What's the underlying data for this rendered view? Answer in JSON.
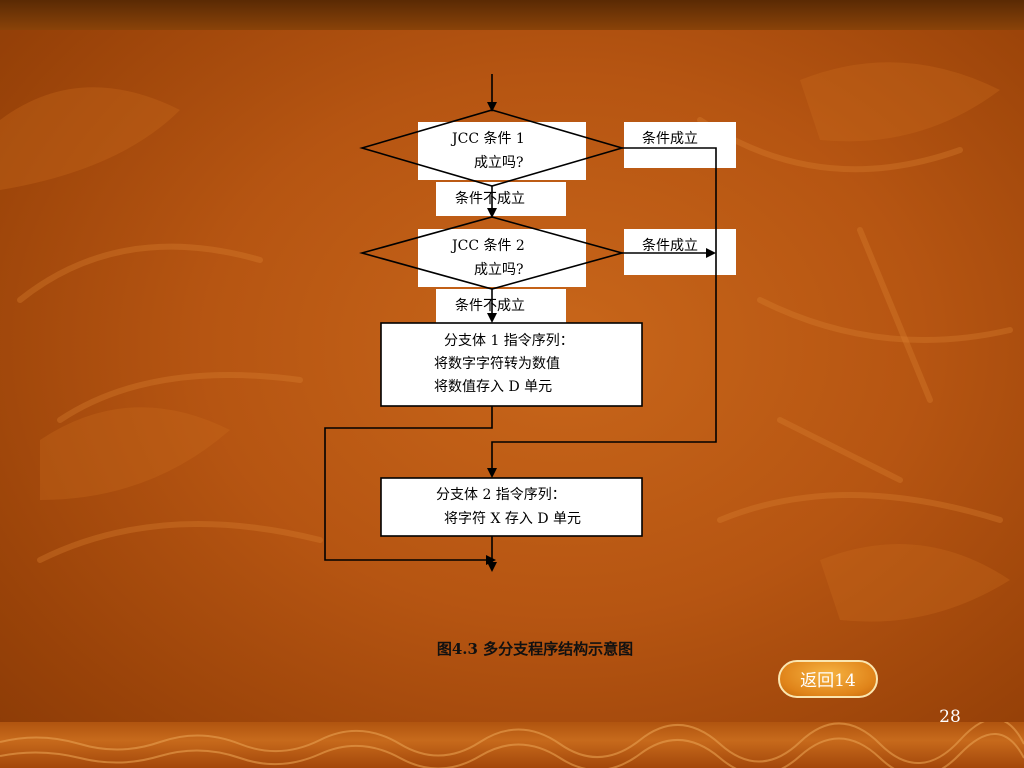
{
  "diagram": {
    "decision1": {
      "line1": "JCC 条件 1",
      "line2": "成立吗?"
    },
    "decision1_yes": "条件成立",
    "decision1_no": "条件不成立",
    "decision2": {
      "line1": "JCC 条件 2",
      "line2": "成立吗?"
    },
    "decision2_yes": "条件成立",
    "decision2_no": "条件不成立",
    "branch1": {
      "line1": "分支体 1 指令序列：",
      "line2": "将数字字符转为数值",
      "line3": "将数值存入 D 单元"
    },
    "branch2": {
      "line1": "分支体 2 指令序列：",
      "line2": "将字符 X 存入 D 单元"
    }
  },
  "caption": "图4.3  多分支程序结构示意图",
  "back_button": "返回14",
  "page_number": "28",
  "colors": {
    "background": "#b65512",
    "box": "#ffffff",
    "button": "#e0841a"
  }
}
